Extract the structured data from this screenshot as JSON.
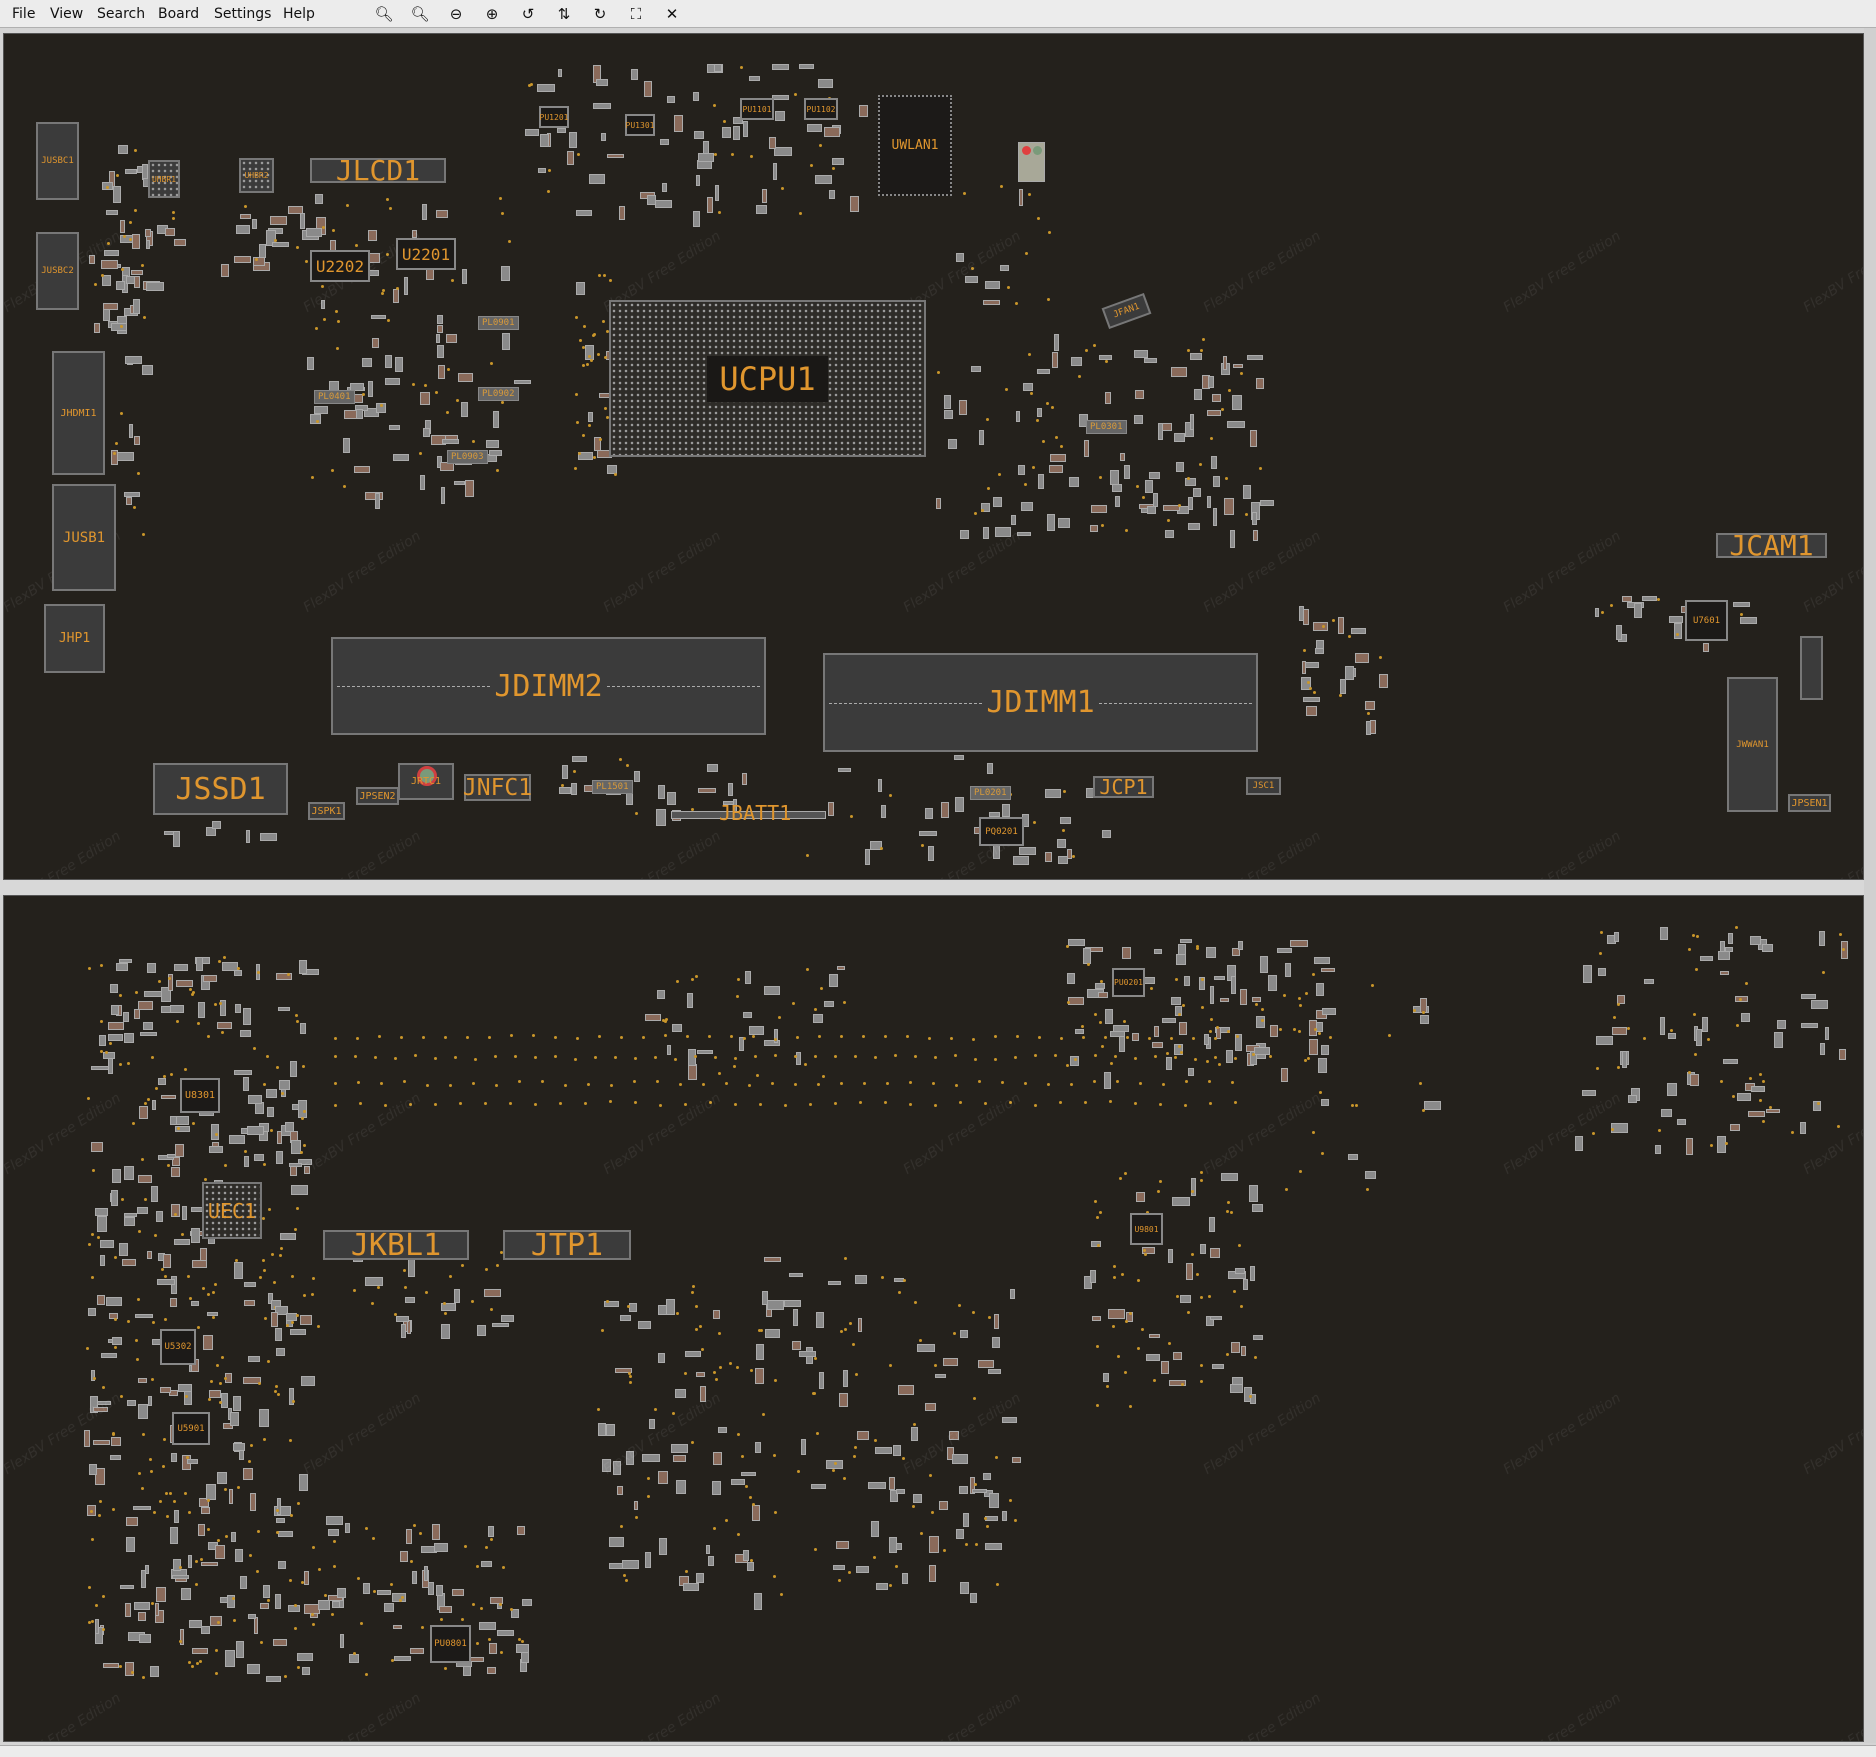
{
  "menu": {
    "file": "File",
    "view": "View",
    "search": "Search",
    "board": "Board",
    "settings": "Settings",
    "help": "Help"
  },
  "toolbar": [
    {
      "name": "zoom-to-fit-icon",
      "glyph": "🔍︎"
    },
    {
      "name": "zoom-selection-icon",
      "glyph": "🔍︎"
    },
    {
      "name": "zoom-out-icon",
      "glyph": "⊖"
    },
    {
      "name": "zoom-in-icon",
      "glyph": "⊕"
    },
    {
      "name": "rotate-left-icon",
      "glyph": "↺"
    },
    {
      "name": "flip-icon",
      "glyph": "⇅"
    },
    {
      "name": "rotate-right-icon",
      "glyph": "↻"
    },
    {
      "name": "center-view-icon",
      "glyph": "⛶"
    },
    {
      "name": "close-icon",
      "glyph": "✕"
    }
  ],
  "watermark": "FlexBV Free Edition",
  "colors": {
    "board_bg": "#24211c",
    "label": "#e0962e",
    "component": "#3b3b3b",
    "pin_red": "#e04040",
    "pin_green": "#7a9a7a"
  },
  "top_side": {
    "JUSBC1": "JUSBC1",
    "JUSBC2": "JUSBC2",
    "JHDMI1": "JHDMI1",
    "JUSB1": "JUSB1",
    "JHP1": "JHP1",
    "UHBR1": "UHBR1",
    "UHBR2": "UHBR2",
    "JLCD1": "JLCD1",
    "U2202": "U2202",
    "U2201": "U2201",
    "UWLAN1": "UWLAN1",
    "UCPU1": "UCPU1",
    "JFAN1": "JFAN1",
    "JCAM1": "JCAM1",
    "U7601": "U7601",
    "JWWAN1": "JWWAN1",
    "JPSEN1": "JPSEN1",
    "JDIMM2": "JDIMM2",
    "JDIMM1": "JDIMM1",
    "JSSD1": "JSSD1",
    "JSPK1": "JSPK1",
    "JPSEN2": "JPSEN2",
    "JRTC1": "JRTC1",
    "JNFC1": "JNFC1",
    "JBATT1": "JBATT1",
    "JCP1": "JCP1",
    "JSC1": "JSC1",
    "PQ0201": "PQ0201",
    "PU1201": "PU1201",
    "PU1301": "PU1301",
    "PU1101": "PU1101",
    "PU1102": "PU1102",
    "PL0901": "PL0901",
    "PL0902": "PL0902",
    "PL0903": "PL0903",
    "PL0401": "PL0401",
    "PL0301": "PL0301",
    "PL1501": "PL1501",
    "PL0201": "PL0201"
  },
  "bottom_side": {
    "U8301": "U8301",
    "UEC1": "UEC1",
    "JKBL1": "JKBL1",
    "JTP1": "JTP1",
    "U5302": "U5302",
    "U5901": "U5901",
    "PU0801": "PU0801",
    "U9801": "U9801",
    "PU0201": "PU0201"
  }
}
